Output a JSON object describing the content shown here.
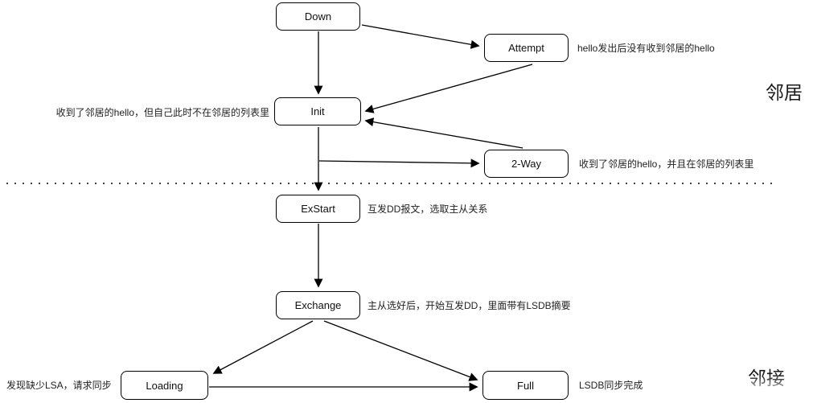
{
  "diagram": {
    "type": "state-machine",
    "subject": "OSPF neighbor state transitions",
    "colors": {
      "stroke": "#000000",
      "node_fill": "#ffffff",
      "text": "#1a1a1a",
      "separator": "#3d3d3d"
    },
    "separator_style": "dotted",
    "region_labels": {
      "neighbor": "邻居",
      "adjacency": "邻接"
    },
    "nodes": {
      "down": {
        "label": "Down"
      },
      "attempt": {
        "label": "Attempt",
        "note": "hello发出后没有收到邻居的hello"
      },
      "init": {
        "label": "Init",
        "note": "收到了邻居的hello，但自己此时不在邻居的列表里"
      },
      "two_way": {
        "label": "2-Way",
        "note": "收到了邻居的hello，并且在邻居的列表里"
      },
      "exstart": {
        "label": "ExStart",
        "note": "互发DD报文，选取主从关系"
      },
      "exchange": {
        "label": "Exchange",
        "note": "主从选好后，开始互发DD，里面带有LSDB摘要"
      },
      "loading": {
        "label": "Loading",
        "note": "发现缺少LSA，请求同步"
      },
      "full": {
        "label": "Full",
        "note": "LSDB同步完成"
      }
    },
    "edges": [
      {
        "from": "Down",
        "to": "Init"
      },
      {
        "from": "Down",
        "to": "Attempt"
      },
      {
        "from": "Attempt",
        "to": "Init"
      },
      {
        "from": "2-Way",
        "to": "Init"
      },
      {
        "from": "Init",
        "to": "2-Way"
      },
      {
        "from": "Init",
        "to": "ExStart"
      },
      {
        "from": "ExStart",
        "to": "Exchange"
      },
      {
        "from": "Exchange",
        "to": "Loading"
      },
      {
        "from": "Exchange",
        "to": "Full"
      },
      {
        "from": "Loading",
        "to": "Full"
      }
    ]
  }
}
